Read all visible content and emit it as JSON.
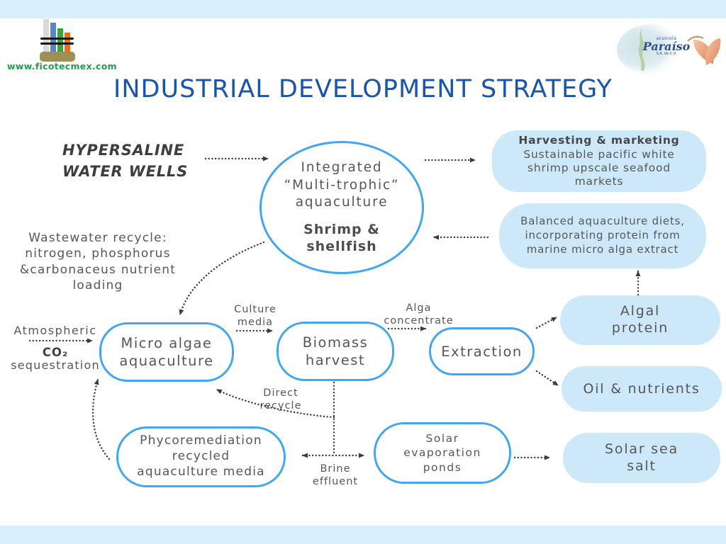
{
  "title": {
    "text": "INDUSTRIAL DEVELOPMENT STRATEGY",
    "color": "#1B55A9"
  },
  "logo": {
    "url": "www.ficotecmex.com",
    "url_color": "#1FA24B"
  },
  "brand": {
    "pre": "acuícola",
    "name": "Paraíso",
    "post": "S.A. de C.V."
  },
  "labels": {
    "hypersaline": "HYPERSALINE\nWATER WELLS",
    "wastewater": "Wastewater recycle:\nnitrogen, phosphorus\n&carbonaceus nutrient\nloading",
    "atmospheric_1": "Atmospheric",
    "atmospheric_2": "CO₂",
    "atmospheric_3": "sequestration",
    "culture_media": "Culture\nmedia",
    "alga_concentrate": "Alga\nconcentrate",
    "direct_recycle": "Direct\nrecycle",
    "brine_effluent": "Brine\neffluent"
  },
  "nodes": {
    "imta_top": "Integrated\n“Multi-trophic”\naquaculture",
    "imta_bottom": "Shrimp &\nshellfish",
    "micro_algae": "Micro algae\naquaculture",
    "biomass": "Biomass\nharvest",
    "extraction": "Extraction",
    "phycoremediation": "Phycoremediation\nrecycled\naquaculture media",
    "solar_ponds": "Solar\nevaporation\nponds"
  },
  "outputs": {
    "harvesting_title": "Harvesting & marketing",
    "harvesting_body": "Sustainable pacific white\nshrimp upscale seafood\nmarkets",
    "balanced": "Balanced aquaculture diets,\nincorporating protein from\nmarine micro alga extract",
    "algal_protein": "Algal\nprotein",
    "oil_nutrients": "Oil & nutrients",
    "solar_salt": "Solar sea\nsalt"
  },
  "colors": {
    "node_border": "#41A7F0",
    "output_fill": "#CDE8F8",
    "band": "#D7EEFB",
    "text_gray": "#55575A",
    "arrow": "#3B3B3B"
  }
}
